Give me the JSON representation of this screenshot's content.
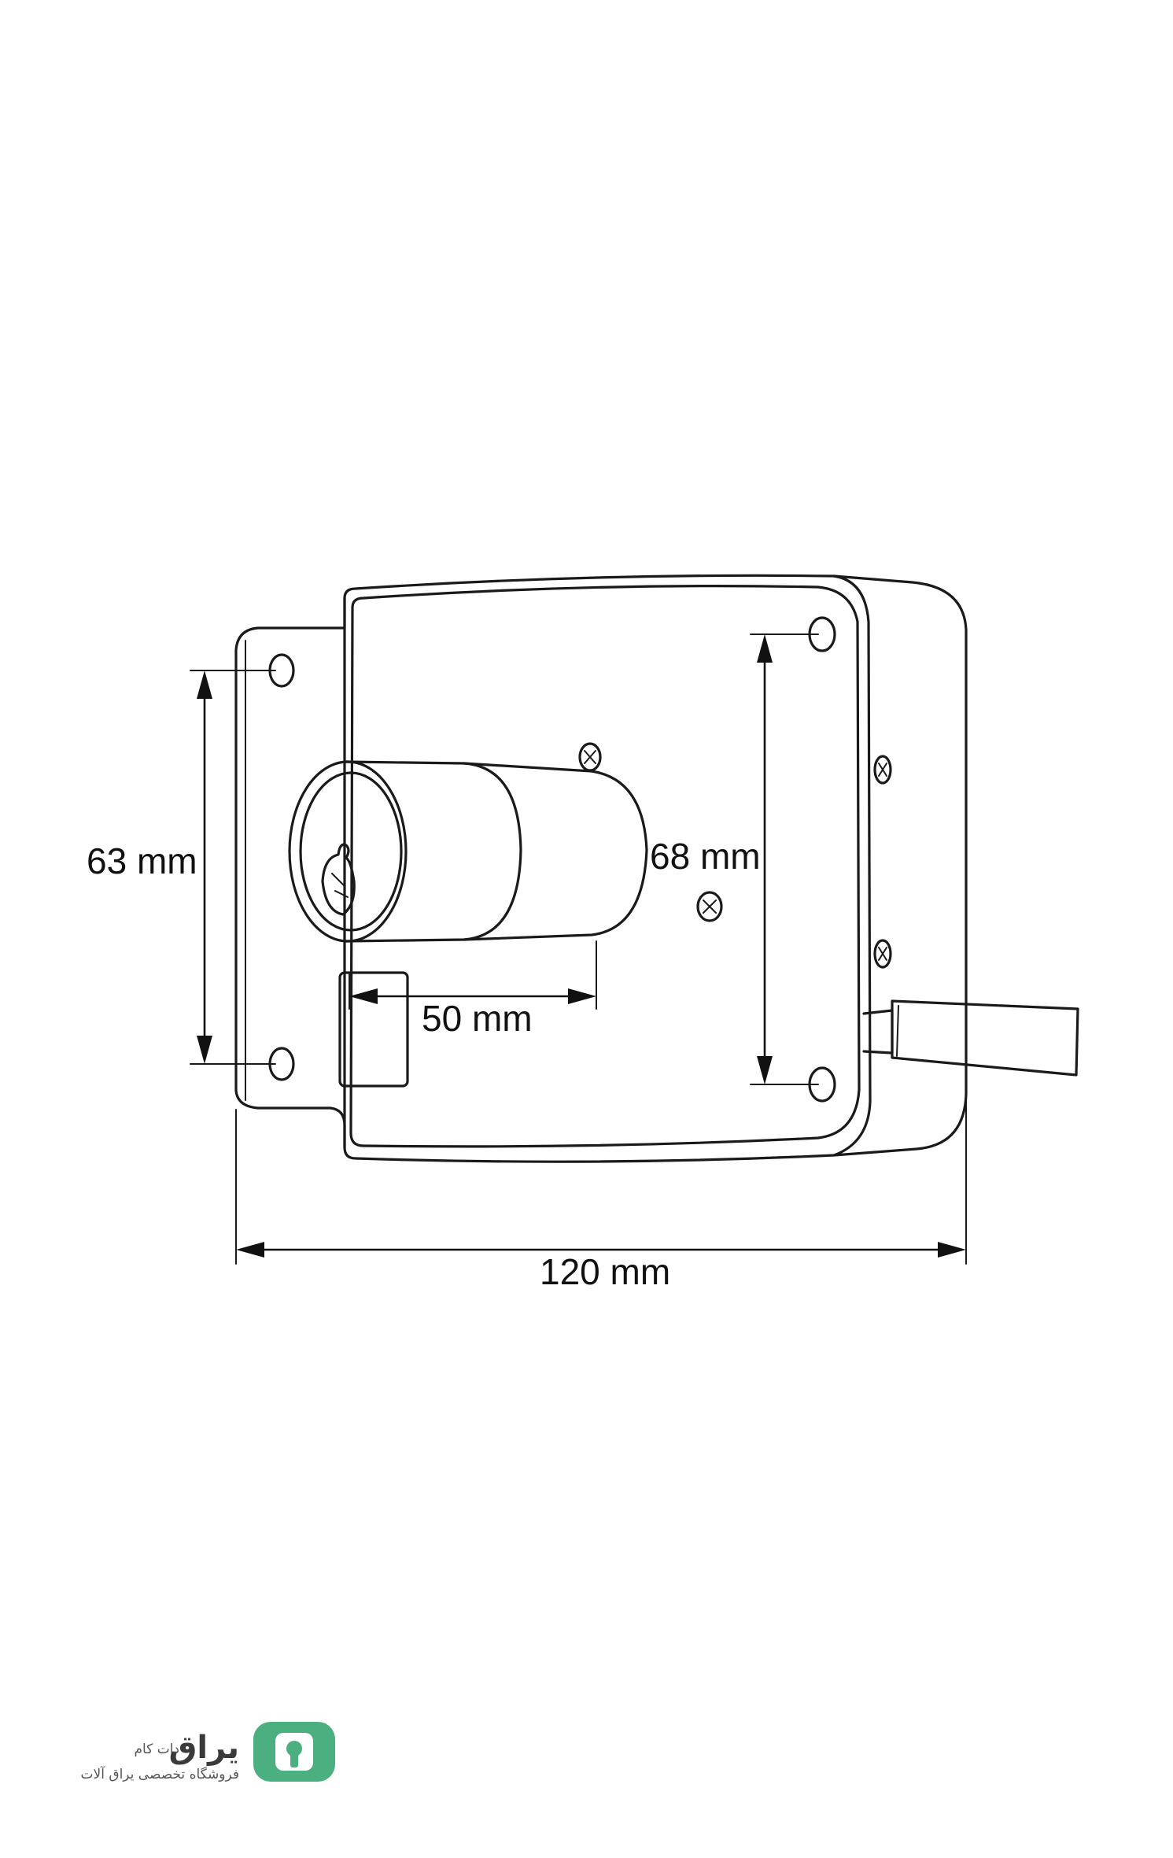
{
  "dimensions": {
    "mounting_holes": "63 mm",
    "body_holes": "68 mm",
    "backset": "50 mm",
    "width": "120 mm"
  },
  "logo": {
    "name": "یراق",
    "suffix": "دات کام",
    "tagline": "فروشگاه تخصصی یراق آلات",
    "color": "#4caf80"
  },
  "colors": {
    "stroke": "#1a1a1a",
    "background": "#ffffff"
  }
}
